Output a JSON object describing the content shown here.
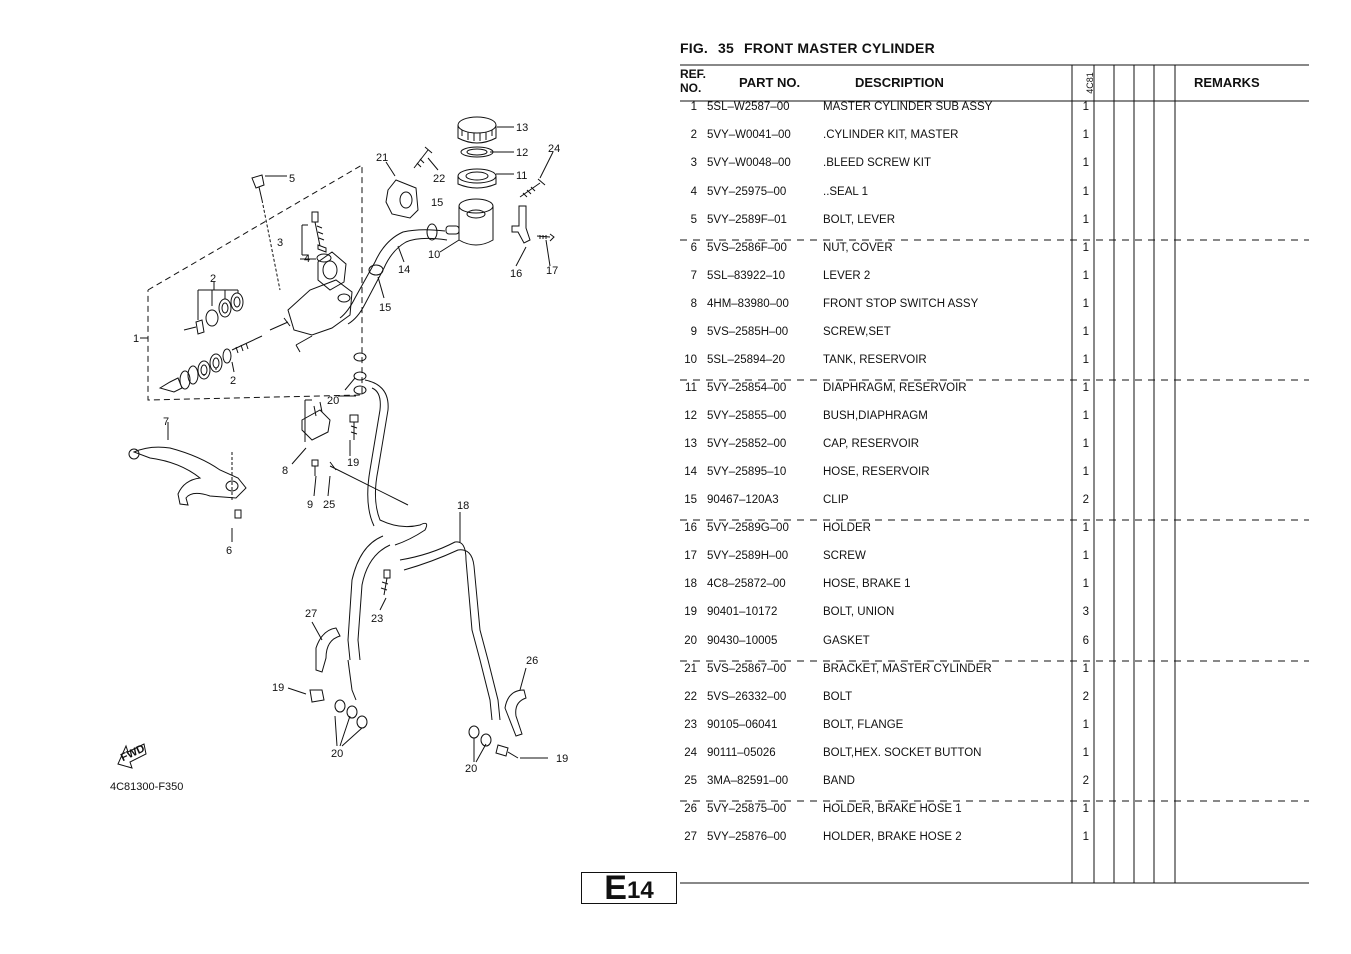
{
  "figure": {
    "fig_label": "FIG.",
    "fig_number": "35",
    "title": "FRONT MASTER CYLINDER"
  },
  "diagram": {
    "code": "4C81300-F350",
    "fwd_label": "FWD",
    "callouts": [
      "1",
      "2",
      "2",
      "3",
      "4",
      "5",
      "6",
      "7",
      "8",
      "9",
      "10",
      "11",
      "12",
      "13",
      "14",
      "15",
      "15",
      "16",
      "17",
      "18",
      "19",
      "19",
      "19",
      "20",
      "20",
      "20",
      "21",
      "22",
      "23",
      "24",
      "25",
      "26",
      "27"
    ]
  },
  "table": {
    "headers": {
      "ref": "REF.",
      "ref2": "NO.",
      "part": "PART NO.",
      "description": "DESCRIPTION",
      "model": "4C81",
      "remarks": "REMARKS"
    },
    "rows": [
      {
        "ref": "1",
        "part": "5SL–W2587–00",
        "description": "MASTER CYLINDER SUB ASSY",
        "qty": "1"
      },
      {
        "ref": "2",
        "part": "5VY–W0041–00",
        "description": ".CYLINDER KIT, MASTER",
        "qty": "1"
      },
      {
        "ref": "3",
        "part": "5VY–W0048–00",
        "description": ".BLEED SCREW KIT",
        "qty": "1"
      },
      {
        "ref": "4",
        "part": "5VY–25975–00",
        "description": "..SEAL 1",
        "qty": "1"
      },
      {
        "ref": "5",
        "part": "5VY–2589F–01",
        "description": "BOLT, LEVER",
        "qty": "1"
      },
      {
        "ref": "6",
        "part": "5VS–2586F–00",
        "description": "NUT, COVER",
        "qty": "1"
      },
      {
        "ref": "7",
        "part": "5SL–83922–10",
        "description": "LEVER 2",
        "qty": "1"
      },
      {
        "ref": "8",
        "part": "4HM–83980–00",
        "description": "FRONT STOP SWITCH ASSY",
        "qty": "1"
      },
      {
        "ref": "9",
        "part": "5VS–2585H–00",
        "description": "SCREW,SET",
        "qty": "1"
      },
      {
        "ref": "10",
        "part": "5SL–25894–20",
        "description": "TANK, RESERVOIR",
        "qty": "1"
      },
      {
        "ref": "11",
        "part": "5VY–25854–00",
        "description": "DIAPHRAGM, RESERVOIR",
        "qty": "1"
      },
      {
        "ref": "12",
        "part": "5VY–25855–00",
        "description": "BUSH,DIAPHRAGM",
        "qty": "1"
      },
      {
        "ref": "13",
        "part": "5VY–25852–00",
        "description": "CAP, RESERVOIR",
        "qty": "1"
      },
      {
        "ref": "14",
        "part": "5VY–25895–10",
        "description": "HOSE, RESERVOIR",
        "qty": "1"
      },
      {
        "ref": "15",
        "part": "90467–120A3",
        "description": "CLIP",
        "qty": "2"
      },
      {
        "ref": "16",
        "part": "5VY–2589G–00",
        "description": "HOLDER",
        "qty": "1"
      },
      {
        "ref": "17",
        "part": "5VY–2589H–00",
        "description": "SCREW",
        "qty": "1"
      },
      {
        "ref": "18",
        "part": "4C8–25872–00",
        "description": "HOSE, BRAKE 1",
        "qty": "1"
      },
      {
        "ref": "19",
        "part": "90401–10172",
        "description": "BOLT, UNION",
        "qty": "3"
      },
      {
        "ref": "20",
        "part": "90430–10005",
        "description": "GASKET",
        "qty": "6"
      },
      {
        "ref": "21",
        "part": "5VS–25867–00",
        "description": "BRACKET, MASTER CYLINDER",
        "qty": "1"
      },
      {
        "ref": "22",
        "part": "5VS–26332–00",
        "description": "BOLT",
        "qty": "2"
      },
      {
        "ref": "23",
        "part": "90105–06041",
        "description": "BOLT, FLANGE",
        "qty": "1"
      },
      {
        "ref": "24",
        "part": "90111–05026",
        "description": "BOLT,HEX. SOCKET BUTTON",
        "qty": "1"
      },
      {
        "ref": "25",
        "part": "3MA–82591–00",
        "description": "BAND",
        "qty": "2"
      },
      {
        "ref": "26",
        "part": "5VY–25875–00",
        "description": "HOLDER, BRAKE HOSE 1",
        "qty": "1"
      },
      {
        "ref": "27",
        "part": "5VY–25876–00",
        "description": "HOLDER, BRAKE HOSE 2",
        "qty": "1"
      }
    ]
  },
  "page": {
    "letter": "E",
    "number": "14"
  }
}
